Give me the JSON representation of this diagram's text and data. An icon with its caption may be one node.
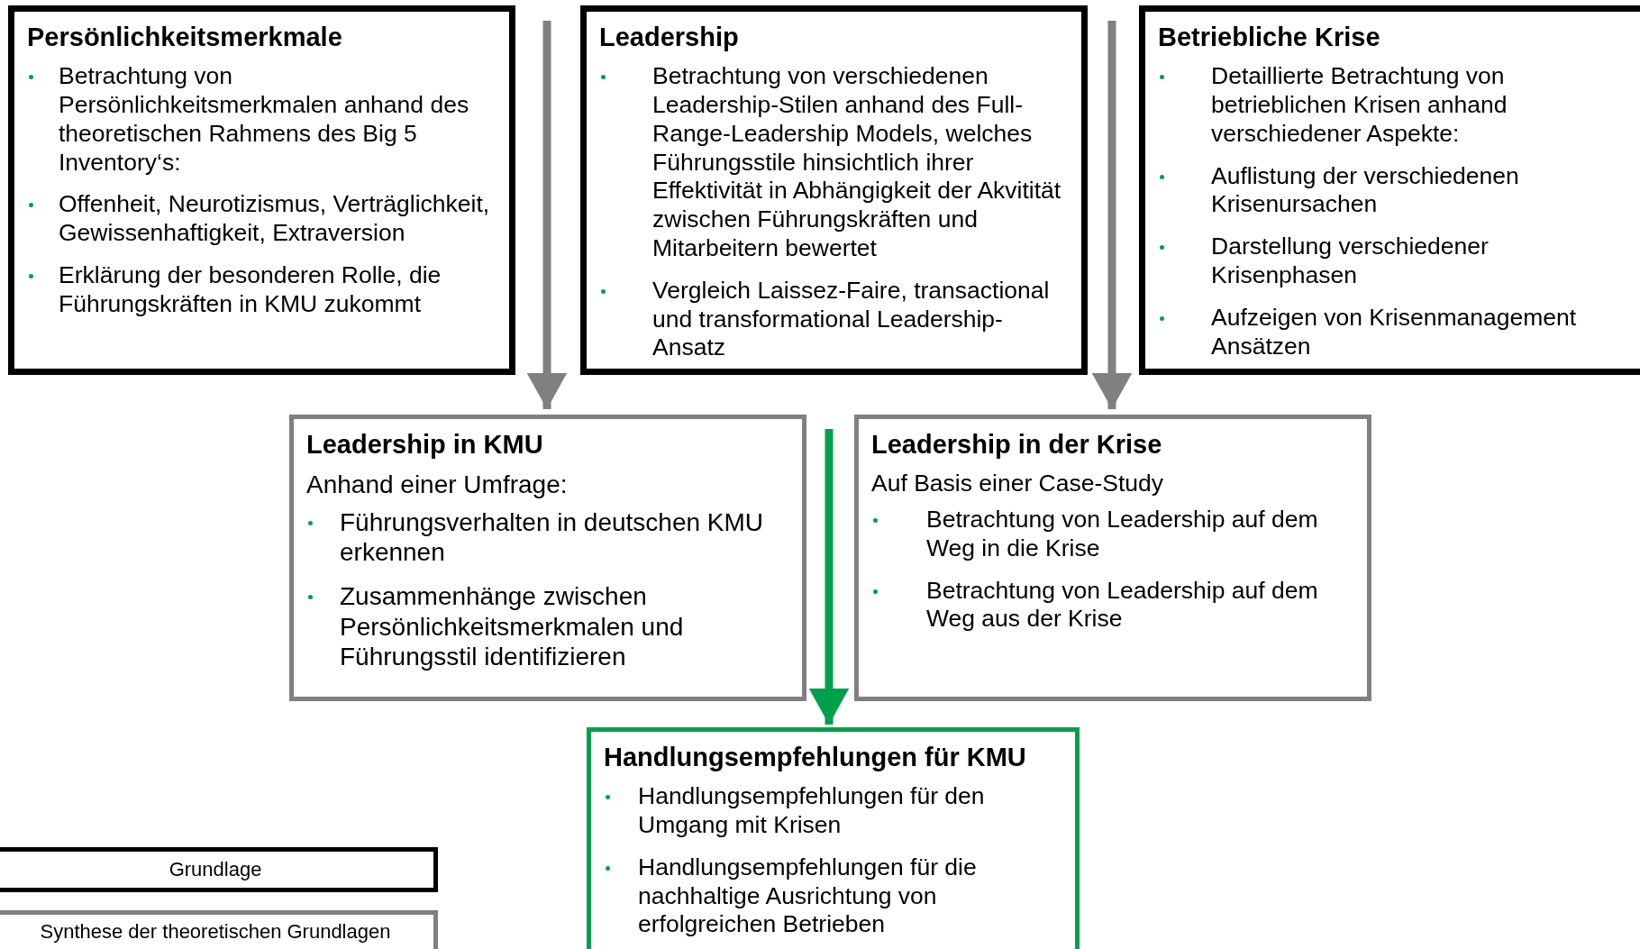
{
  "diagram": {
    "nodes": [
      {
        "text": [
          "Persönlichkeitsmerkmale",
          "Betrachtung von Persönlichkeitsmerkmalen anhand des theoretischen Rahmens des Big 5 Inventory‘s:",
          "Offenheit, Neurotizismus, Verträglichkeit, Gewissenhaftigkeit, Extraversion",
          "Erklärung der besonderen Rolle, die Führungskräften in KMU zukommt"
        ]
      },
      {
        "text": [
          "Leadership",
          "Betrachtung von verschiedenen Leadership-Stilen anhand des Full-Range-Leadership Models, welches Führungsstile hinsichtlich ihrer Effektivität in Abhängigkeit der Akvitität zwischen Führungskräften und Mitarbeitern bewertet",
          "Vergleich Laissez-Faire, transactional und transformational Leadership-Ansatz"
        ]
      },
      {
        "text": [
          "Betriebliche Krise",
          "Detaillierte Betrachtung von betrieblichen Krisen anhand verschiedener Aspekte:",
          "Auflistung der verschiedenen Krisenursachen",
          "Darstellung verschiedener Krisenphasen",
          "Aufzeigen von Krisenmanagement Ansätzen"
        ]
      },
      {
        "text": [
          "Leadership in KMU",
          "Anhand einer Umfrage:",
          "Führungsverhalten in deutschen KMU erkennen",
          "Zusammenhänge zwischen Persönlichkeitsmerkmalen und Führungsstil identifizieren"
        ]
      },
      {
        "text": [
          "Leadership in der Krise",
          "Auf Basis einer Case-Study",
          "Betrachtung von Leadership auf dem Weg in die Krise",
          "Betrachtung von Leadership auf dem Weg aus der Krise"
        ]
      },
      {
        "text": [
          "Handlungsempfehlungen für KMU",
          "Handlungsempfehlungen für den Umgang mit Krisen",
          "Handlungsempfehlungen für die nachhaltige Ausrichtung von erfolgreichen Betrieben"
        ]
      }
    ],
    "edges": [
      {
        "from": null,
        "to": 3,
        "arrow": "to"
      },
      {
        "from": null,
        "to": 4,
        "arrow": "to"
      },
      {
        "from": null,
        "to": 5,
        "arrow": "to",
        "color": "#00a04a"
      }
    ],
    "legend": [
      {
        "text": "Grundlage",
        "color": "#000000"
      },
      {
        "text": "Synthese der theoretischen Grundlagen",
        "color": "#808080"
      }
    ]
  }
}
